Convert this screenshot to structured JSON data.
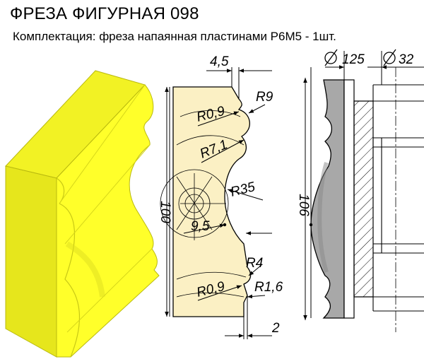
{
  "header": {
    "title": "ФРЕЗА ФИГУРНАЯ 098",
    "subtitle": "Комплектация: фреза напаянная пластинами Р6М5 - 1шт."
  },
  "dimensions": {
    "offset_top": "4,5",
    "r_top_bead": "R9",
    "r_top_fillet": "R0,9",
    "r_mid": "R7,1",
    "r_large": "R35",
    "depth": "9,5",
    "height_profile": "100",
    "r_low_bead": "R4",
    "r_low_fillet": "R0,9",
    "r_low_small": "R1,6",
    "offset_bottom": "2",
    "diameter_cutter": "125",
    "diameter_bore": "32",
    "height_cutter": "106"
  },
  "colors": {
    "workpiece": "#ffff2a",
    "workpiece_dark": "#d9d91f",
    "profile_fill": "#fbf0c4",
    "cutter_fill": "#a8a8a8",
    "line": "#000000"
  }
}
